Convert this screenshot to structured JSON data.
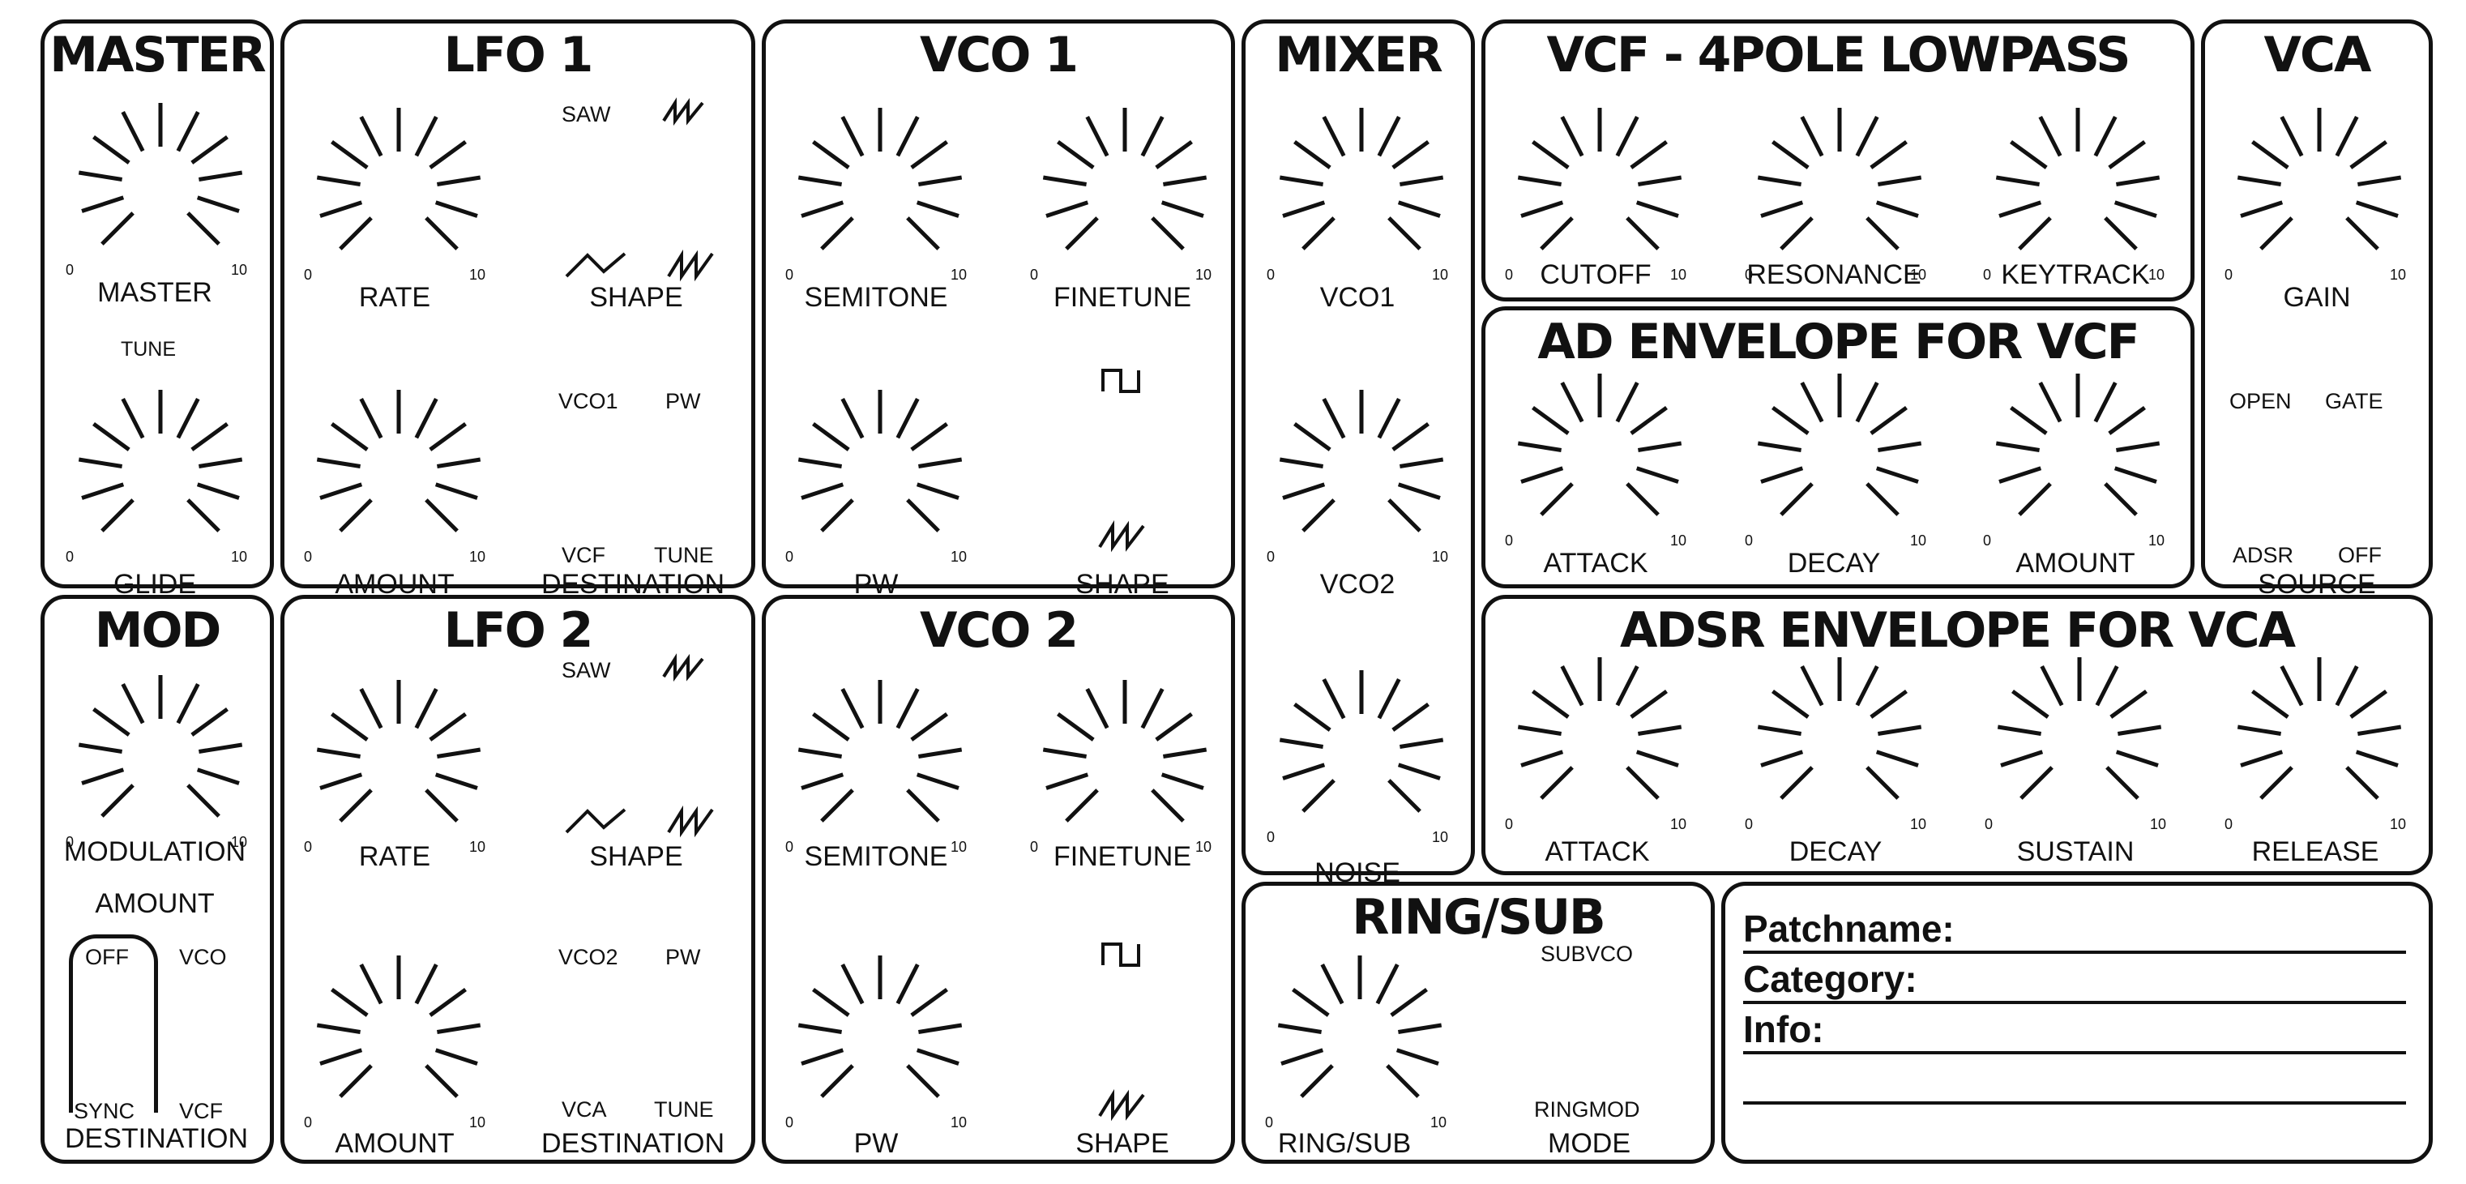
{
  "panels": {
    "master": {
      "title": "MASTER",
      "knobs": [
        "MASTER",
        "GLIDE"
      ],
      "tune": "TUNE"
    },
    "lfo1": {
      "title": "LFO 1",
      "knobs": [
        "RATE",
        "AMOUNT"
      ],
      "saw": "SAW",
      "shape": "SHAPE",
      "dest_opt1": "VCO1",
      "dest_opt2": "PW",
      "dest_opt3": "VCF",
      "dest_opt4": "TUNE",
      "destination": "DESTINATION"
    },
    "vco1": {
      "title": "VCO 1",
      "knobs": [
        "SEMITONE",
        "FINETUNE",
        "PW"
      ],
      "shape": "SHAPE"
    },
    "mixer": {
      "title": "MIXER",
      "knobs": [
        "VCO1",
        "VCO2",
        "NOISE"
      ]
    },
    "vcf": {
      "title": "VCF - 4POLE LOWPASS",
      "knobs": [
        "CUTOFF",
        "RESONANCE",
        "KEYTRACK"
      ]
    },
    "vca": {
      "title": "VCA",
      "knobs": [
        "GAIN"
      ],
      "open": "OPEN",
      "gate": "GATE",
      "adsr": "ADSR",
      "off": "OFF",
      "source": "SOURCE"
    },
    "ad_env": {
      "title": "AD ENVELOPE FOR VCF",
      "knobs": [
        "ATTACK",
        "DECAY",
        "AMOUNT"
      ]
    },
    "mod": {
      "title": "MOD",
      "knobs": [
        "MODULATION"
      ],
      "amount": "AMOUNT",
      "off": "OFF",
      "vco": "VCO",
      "sync": "SYNC",
      "vcf": "VCF",
      "destination": "DESTINATION"
    },
    "lfo2": {
      "title": "LFO 2",
      "knobs": [
        "RATE",
        "AMOUNT"
      ],
      "saw": "SAW",
      "shape": "SHAPE",
      "dest_opt1": "VCO2",
      "dest_opt2": "PW",
      "dest_opt3": "VCA",
      "dest_opt4": "TUNE",
      "destination": "DESTINATION"
    },
    "vco2": {
      "title": "VCO 2",
      "knobs": [
        "SEMITONE",
        "FINETUNE",
        "PW"
      ],
      "shape": "SHAPE"
    },
    "adsr_env": {
      "title": "ADSR ENVELOPE FOR VCA",
      "knobs": [
        "ATTACK",
        "DECAY",
        "SUSTAIN",
        "RELEASE"
      ]
    },
    "ringsub": {
      "title": "RING/SUB",
      "knobs": [
        "RING/SUB"
      ],
      "subvco": "SUBVCO",
      "ringmod": "RINGMOD",
      "mode": "MODE"
    },
    "patch": {
      "patchname": "Patchname:",
      "category": "Category:",
      "info": "Info:"
    }
  },
  "scale": {
    "min": "0",
    "max": "10"
  },
  "icons": [
    "saw-wave-icon",
    "triangle-wave-icon",
    "square-wave-icon"
  ]
}
